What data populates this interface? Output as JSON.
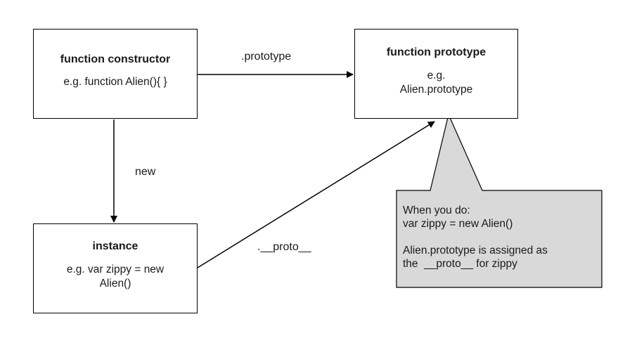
{
  "boxes": {
    "constructor": {
      "title": "function constructor",
      "example": "e.g. function Alien(){ }"
    },
    "prototype": {
      "title": "function prototype",
      "example_line1": "e.g.",
      "example_line2": "Alien.prototype"
    },
    "instance": {
      "title": "instance",
      "example_line1": "e.g. var zippy = new",
      "example_line2": "Alien()"
    }
  },
  "edges": {
    "prototype_label": ".prototype",
    "new_label": "new",
    "proto_label": ".__proto__"
  },
  "callout": {
    "line1": "When you do:",
    "line2": "var zippy = new Alien()",
    "line3": "Alien.prototype is assigned as",
    "line4": "the  __proto__ for zippy"
  },
  "colors": {
    "callout_fill": "#d9d9d9",
    "stroke": "#000000"
  }
}
